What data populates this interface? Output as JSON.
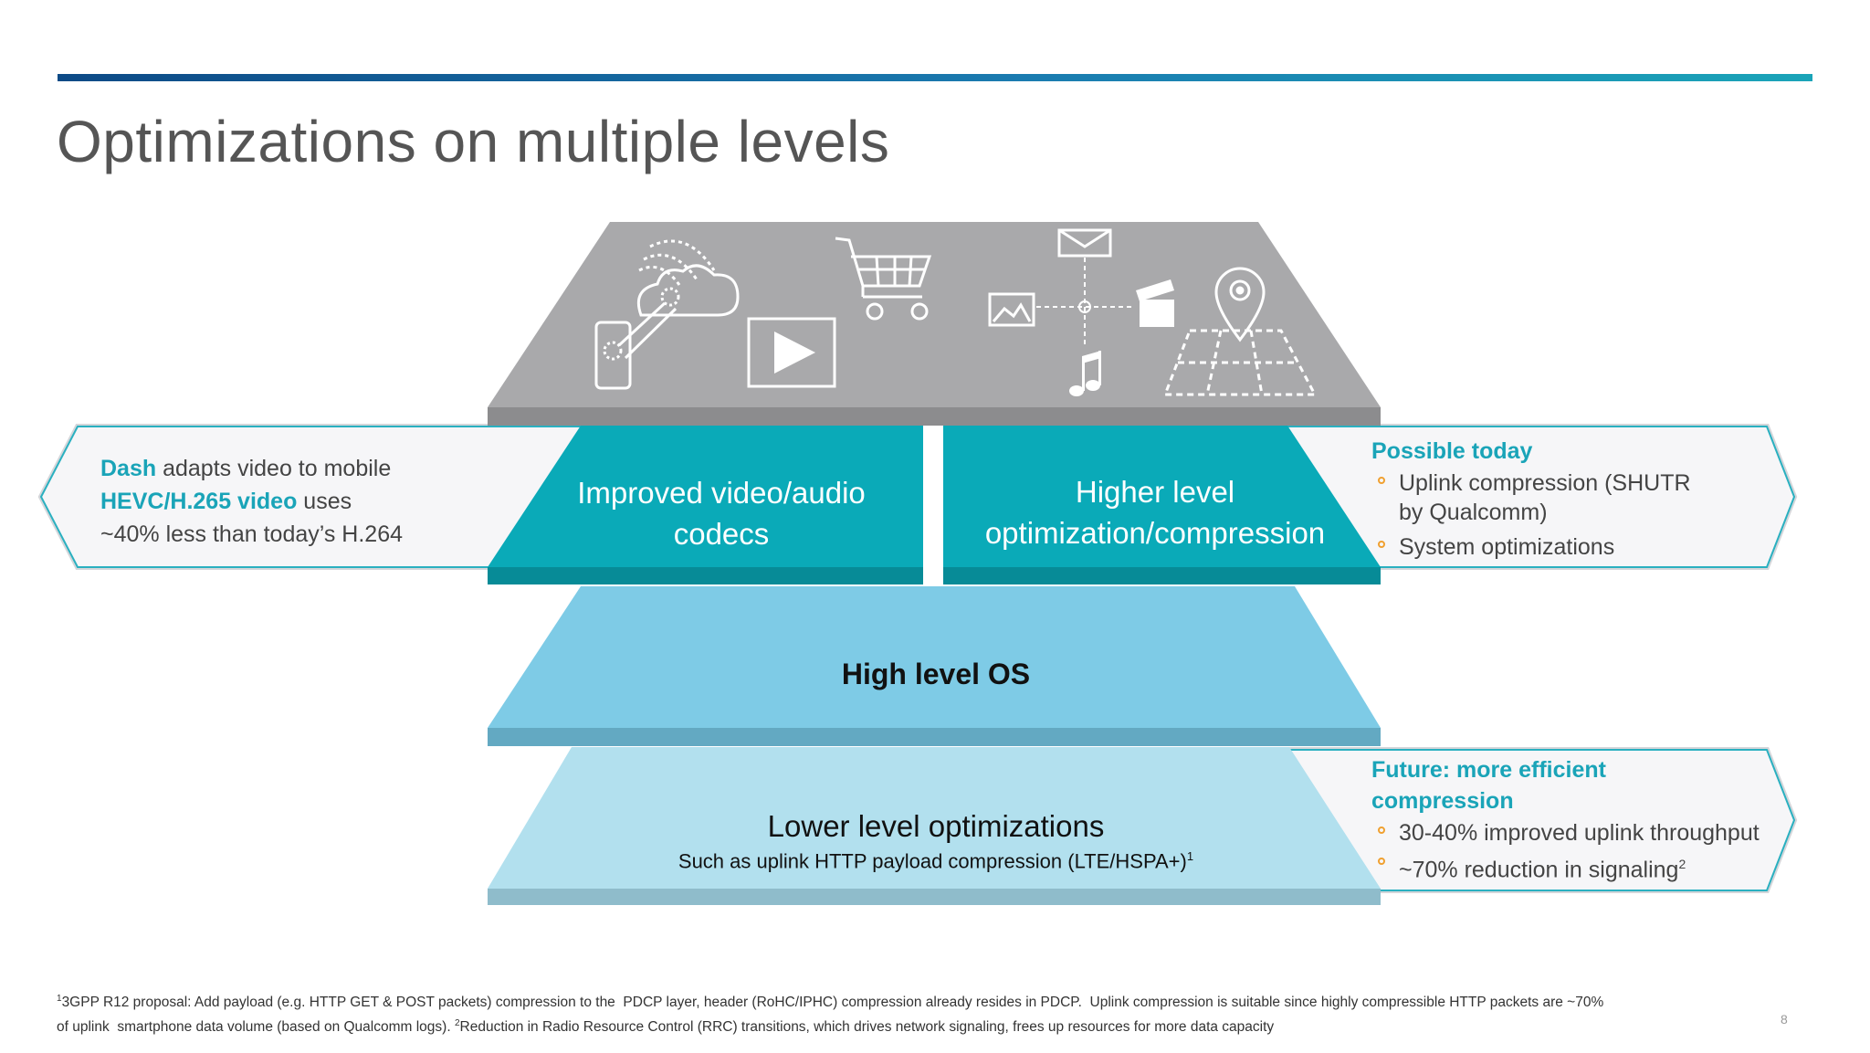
{
  "slide": {
    "title": "Optimizations on multiple levels",
    "page_number": "8"
  },
  "colors": {
    "accent_teal": "#1aa4b8",
    "platform_gray": "#a9a9ab",
    "codec_teal": "#0aaab8",
    "os_blue": "#7ecbe6",
    "lower_blue": "#b2e0ee",
    "bullet_orange": "#f0a030"
  },
  "icons": [
    "cloud-sync-phone-icon",
    "play-video-icon",
    "shopping-cart-icon",
    "envelope-icon",
    "image-icon",
    "clapperboard-icon",
    "music-note-icon",
    "location-map-icon"
  ],
  "layers": {
    "codec": {
      "label": "Improved video/audio codecs"
    },
    "higher": {
      "label": "Higher level optimization/compression"
    },
    "os": {
      "label": "High level OS"
    },
    "lower": {
      "title": "Lower level optimizations",
      "subtitle": "Such as uplink HTTP payload compression (LTE/HSPA+)",
      "subtitle_sup": "1"
    }
  },
  "left_callout": {
    "dash": "Dash",
    "line1_rest": " adapts video to mobile",
    "hevc": "HEVC/H.265 video",
    "line2_rest": " uses",
    "line3": "~40% less than today’s H.264"
  },
  "possible_today": {
    "heading": "Possible today",
    "items": [
      "Uplink compression (SHUTR by Qualcomm)",
      "System optimizations"
    ]
  },
  "future": {
    "heading": "Future: more efficient compression",
    "items": [
      "30-40% improved uplink throughput",
      "~70% reduction in signaling"
    ],
    "item2_sup": "2"
  },
  "footnote": {
    "sup1": "1",
    "text1": "3GPP R12 proposal: Add payload (e.g. HTTP GET & POST packets) compression to the  PDCP layer, header (RoHC/IPHC) compression already resides in PDCP.  Uplink compression is suitable since highly compressible HTTP packets are ~70% of uplink  smartphone data volume (based on Qualcomm logs). ",
    "sup2": "2",
    "text2": "Reduction in Radio Resource Control (RRC) transitions, which drives network signaling, frees up resources for more data capacity"
  }
}
